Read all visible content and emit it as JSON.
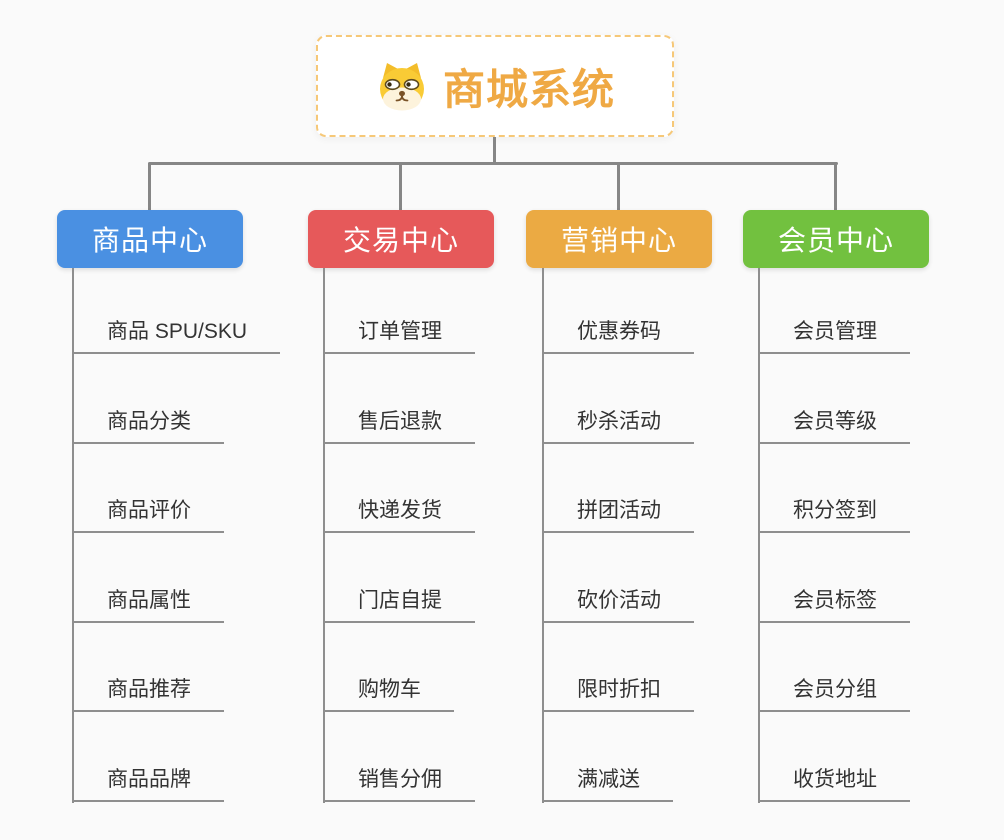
{
  "page": {
    "background": "#fafafa"
  },
  "root": {
    "title": "商城系统",
    "icon": "dog-face-icon",
    "title_color": "#efa944",
    "border_color": "#f6c878"
  },
  "connector_color": "#868686",
  "branches": [
    {
      "id": "product-center",
      "label": "商品中心",
      "color": "#4a90e2",
      "children": [
        "商品 SPU/SKU",
        "商品分类",
        "商品评价",
        "商品属性",
        "商品推荐",
        "商品品牌"
      ]
    },
    {
      "id": "trade-center",
      "label": "交易中心",
      "color": "#e6595a",
      "children": [
        "订单管理",
        "售后退款",
        "快递发货",
        "门店自提",
        "购物车",
        "销售分佣"
      ]
    },
    {
      "id": "marketing-center",
      "label": "营销中心",
      "color": "#ebaa43",
      "children": [
        "优惠券码",
        "秒杀活动",
        "拼团活动",
        "砍价活动",
        "限时折扣",
        "满减送"
      ]
    },
    {
      "id": "member-center",
      "label": "会员中心",
      "color": "#72c13f",
      "children": [
        "会员管理",
        "会员等级",
        "积分签到",
        "会员标签",
        "会员分组",
        "收货地址"
      ]
    }
  ]
}
